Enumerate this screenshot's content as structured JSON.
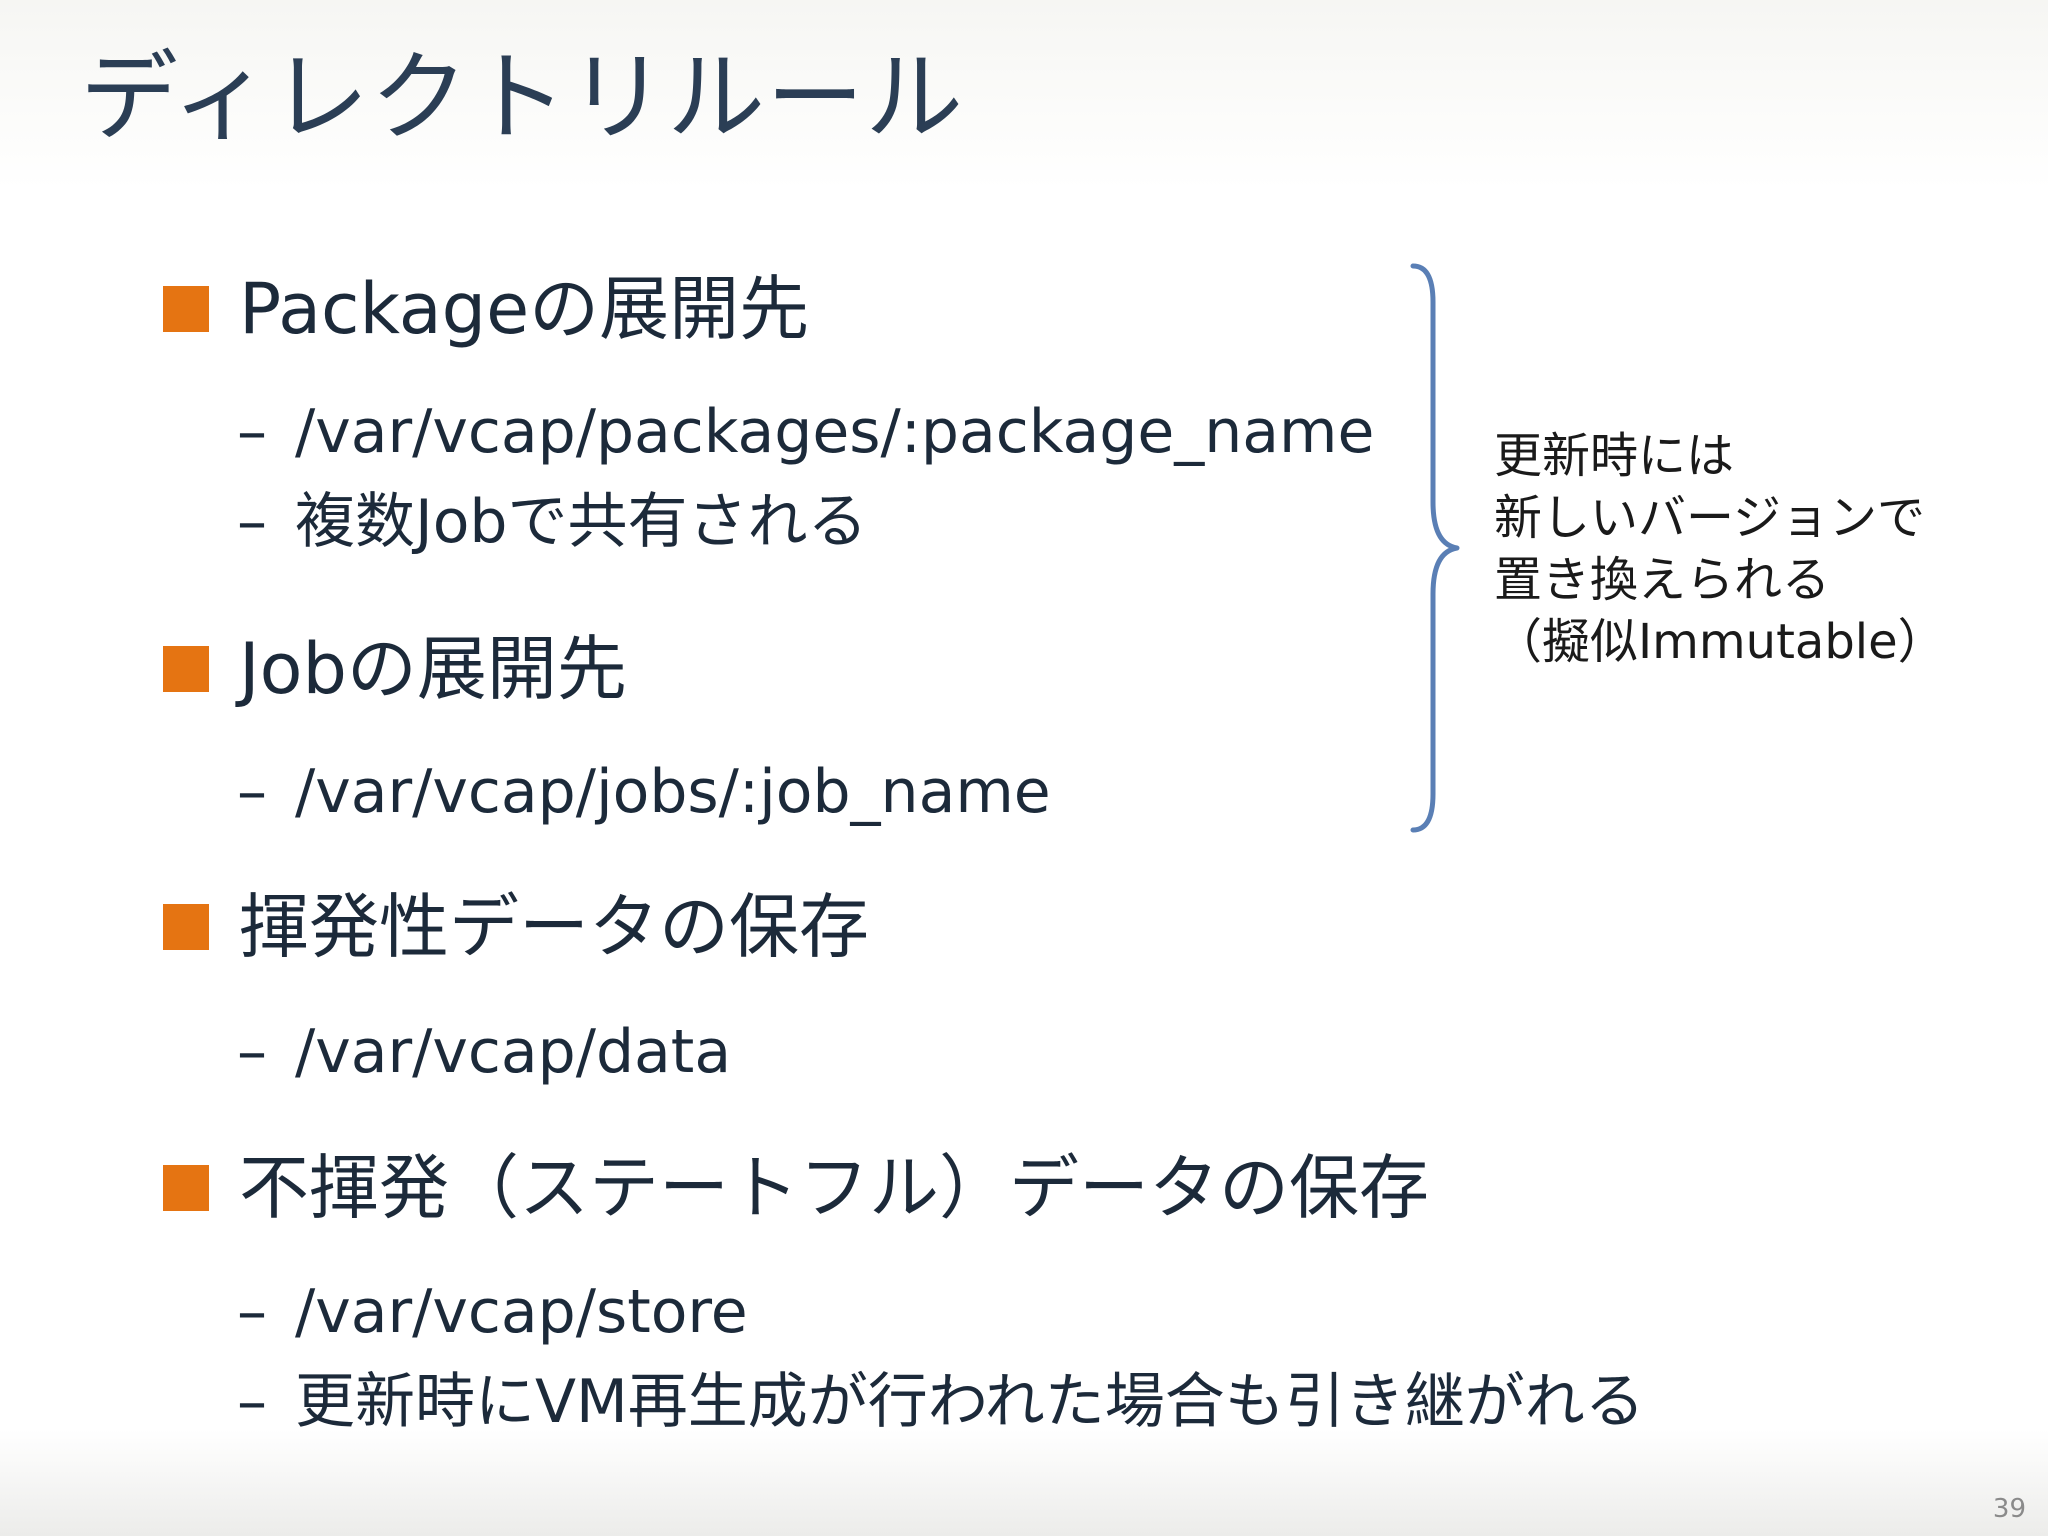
{
  "slide": {
    "title": "ディレクトリルール",
    "page_number": "39"
  },
  "bullets": [
    {
      "label": "Packageの展開先",
      "subs": [
        "/var/vcap/packages/:package_name",
        "複数Jobで共有される"
      ]
    },
    {
      "label": "Jobの展開先",
      "subs": [
        "/var/vcap/jobs/:job_name"
      ]
    },
    {
      "label": "揮発性データの保存",
      "subs": [
        "/var/vcap/data"
      ]
    },
    {
      "label": "不揮発（ステートフル）データの保存",
      "subs": [
        "/var/vcap/store",
        "更新時にVM再生成が行われた場合も引き継がれる"
      ]
    }
  ],
  "note": {
    "lines": [
      "更新時には",
      "新しいバージョンで",
      "置き換えられる",
      "（擬似Immutable）"
    ]
  },
  "dash": "–",
  "colors": {
    "bullet_square": "#e57412",
    "brace": "#5a7fb5",
    "title": "#2b3e55"
  }
}
